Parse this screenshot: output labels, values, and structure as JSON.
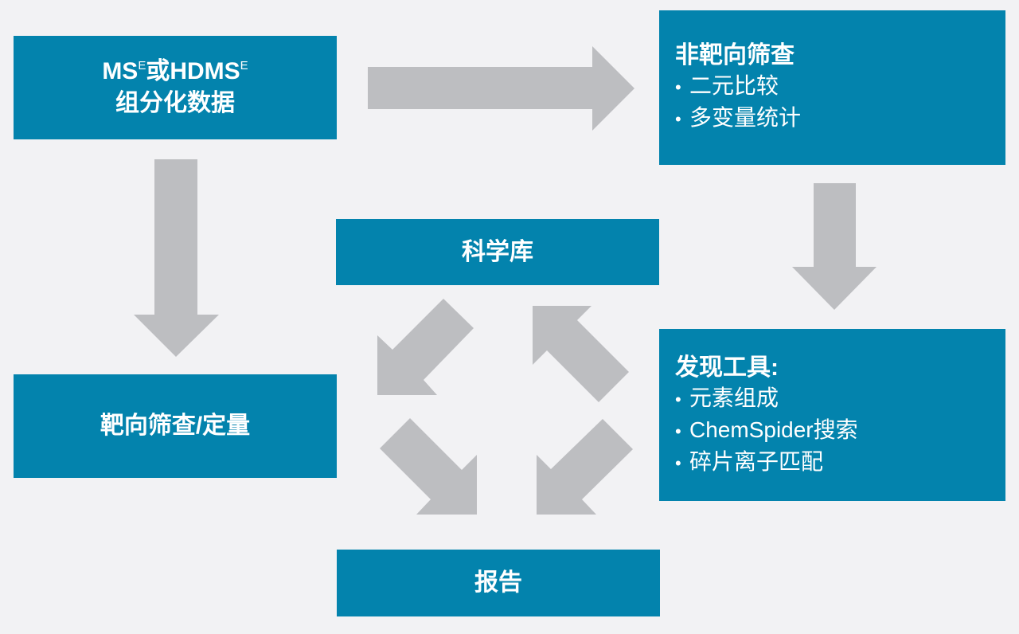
{
  "diagram": {
    "colors": {
      "background": "#f2f2f4",
      "box_fill": "#0383ad",
      "box_text": "#ffffff",
      "arrow_fill": "#bdbec1"
    },
    "boxes": {
      "ms_data": {
        "line1_part1": "MS",
        "line1_sup1": "E",
        "line1_part2": "或HDMS",
        "line1_sup2": "E",
        "line2": "组分化数据"
      },
      "untargeted": {
        "title": "非靶向筛查",
        "items": [
          "二元比较",
          "多变量统计"
        ]
      },
      "library": {
        "title": "科学库"
      },
      "targeted": {
        "title": "靶向筛查/定量"
      },
      "discovery": {
        "title": "发现工具:",
        "items": [
          "元素组成",
          "ChemSpider搜索",
          "碎片离子匹配"
        ]
      },
      "report": {
        "title": "报告"
      }
    },
    "arrows": [
      {
        "from": "ms_data",
        "to": "untargeted",
        "direction": "right"
      },
      {
        "from": "ms_data",
        "to": "targeted",
        "direction": "down"
      },
      {
        "from": "untargeted",
        "to": "discovery",
        "direction": "down"
      },
      {
        "from": "library",
        "to": "report",
        "direction": "down-left"
      },
      {
        "from": "discovery",
        "to": "library",
        "direction": "up-left"
      },
      {
        "from": "library",
        "to": "report",
        "direction": "down-right"
      },
      {
        "from": "discovery",
        "to": "report",
        "direction": "down-left"
      }
    ]
  }
}
